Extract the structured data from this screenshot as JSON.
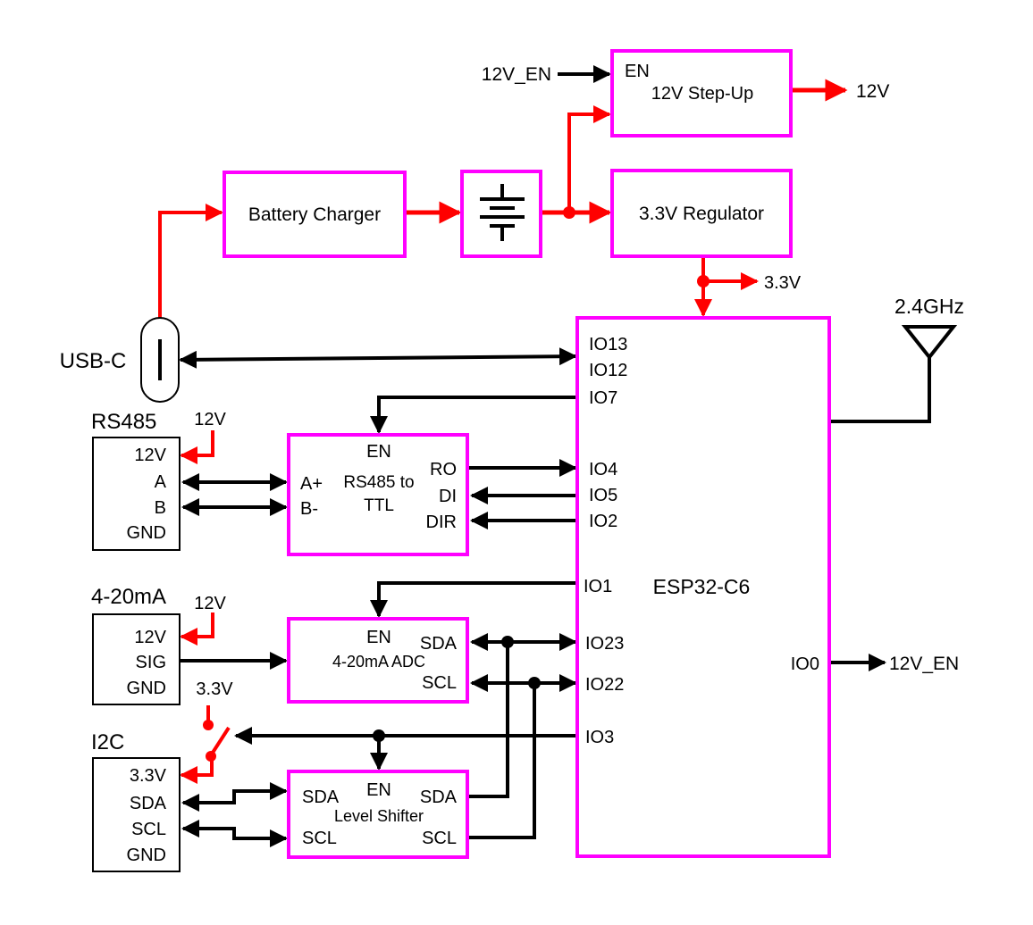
{
  "blocks": {
    "step_up": {
      "en": "EN",
      "title": "12V Step-Up"
    },
    "charger": {
      "title": "Battery Charger"
    },
    "regulator": {
      "title": "3.3V Regulator"
    },
    "mcu": {
      "title": "ESP32-C6",
      "pins": [
        "IO13",
        "IO12",
        "IO7",
        "IO4",
        "IO5",
        "IO2",
        "IO1",
        "IO23",
        "IO22",
        "IO3",
        "IO0"
      ]
    },
    "rs485": {
      "en": "EN",
      "title_line1": "RS485 to",
      "title_line2": "TTL",
      "a": "A+",
      "b": "B-",
      "ro": "RO",
      "di": "DI",
      "dir": "DIR"
    },
    "adc": {
      "en": "EN",
      "title": "4-20mA ADC",
      "sda": "SDA",
      "scl": "SCL"
    },
    "shifter": {
      "en": "EN",
      "title": "Level Shifter",
      "sda_l": "SDA",
      "scl_l": "SCL",
      "sda_r": "SDA",
      "scl_r": "SCL"
    }
  },
  "connectors": {
    "usb": {
      "label": "USB-C"
    },
    "rs485": {
      "title": "RS485",
      "pins": [
        "12V",
        "A",
        "B",
        "GND"
      ]
    },
    "ma": {
      "title": "4-20mA",
      "pins": [
        "12V",
        "SIG",
        "GND"
      ]
    },
    "i2c": {
      "title": "I2C",
      "pins": [
        "3.3V",
        "SDA",
        "SCL",
        "GND"
      ]
    }
  },
  "nets": {
    "en_in": "12V_EN",
    "out_12v": "12V",
    "out_33v": "3.3V",
    "rs485_12v": "12V",
    "ma_12v": "12V",
    "i2c_33v": "3.3V",
    "en_out": "12V_EN",
    "antenna": "2.4GHz"
  },
  "colors": {
    "block_border": "#ff00ff",
    "power": "#ff0000",
    "signal": "#000000"
  }
}
